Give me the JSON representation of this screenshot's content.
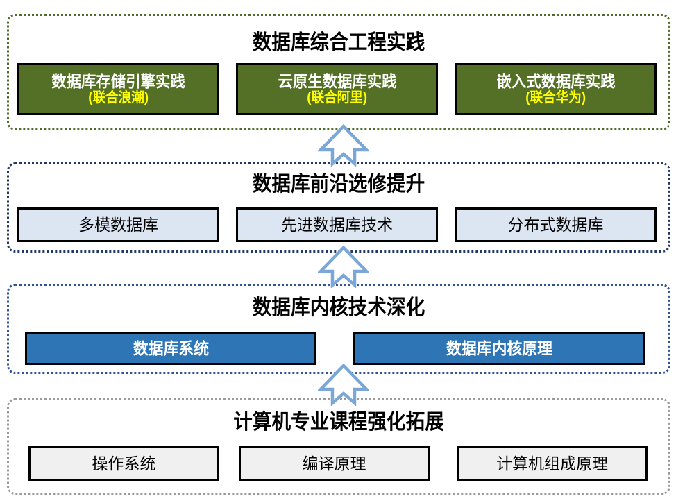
{
  "diagram": {
    "title_note": "Database curriculum progression pyramid",
    "colors": {
      "capstone_fill": "#547026",
      "capstone_border_dotted": "#4f6c29",
      "elective_fill": "#dce6f2",
      "elective_border_dotted": "#1f3864",
      "kernel_fill": "#2e75b6",
      "kernel_border_dotted": "#2e5496",
      "foundation_fill": "#f0f0f0",
      "foundation_border_dotted": "#9a9a9a",
      "box_outline": "#000000",
      "highlight_text": "#ffff00",
      "arrow_stroke": "#7ba7d7"
    },
    "sections": [
      {
        "id": "capstone",
        "title": "数据库综合工程实践",
        "boxes": [
          {
            "line1": "数据库存储引擎实践",
            "line2": "(联合浪潮)"
          },
          {
            "line1": "云原生数据库实践",
            "line2": "(联合阿里)"
          },
          {
            "line1": "嵌入式数据库实践",
            "line2": "(联合华为)"
          }
        ]
      },
      {
        "id": "elective",
        "title": "数据库前沿选修提升",
        "boxes": [
          {
            "line1": "多模数据库"
          },
          {
            "line1": "先进数据库技术"
          },
          {
            "line1": "分布式数据库"
          }
        ]
      },
      {
        "id": "kernel",
        "title": "数据库内核技术深化",
        "boxes": [
          {
            "line1": "数据库系统"
          },
          {
            "line1": "数据库内核原理"
          }
        ]
      },
      {
        "id": "foundation",
        "title": "计算机专业课程强化拓展",
        "boxes": [
          {
            "line1": "操作系统"
          },
          {
            "line1": "编译原理"
          },
          {
            "line1": "计算机组成原理"
          }
        ]
      }
    ],
    "arrows": [
      {
        "id": "arrow-foundation-to-kernel"
      },
      {
        "id": "arrow-kernel-to-elective"
      },
      {
        "id": "arrow-elective-to-capstone"
      }
    ]
  }
}
